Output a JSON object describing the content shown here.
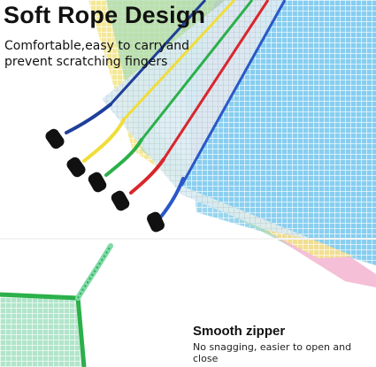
{
  "heading": {
    "title": "Soft Rope Design",
    "line1": "Comfortable,easy to carryand",
    "line2": "prevent scratching fingers"
  },
  "feature": {
    "title": "Smooth zipper",
    "description": "No snagging, easier to open and close"
  },
  "colors": {
    "blue": "#7fc8ea",
    "pink": "#f2a6c8",
    "yellow": "#f3e37a",
    "green": "#8fd8a8",
    "red": "#d9262c",
    "navy": "#1f3f9a",
    "zip_yellow": "#f0dd3a",
    "zip_green": "#2bb04a"
  }
}
